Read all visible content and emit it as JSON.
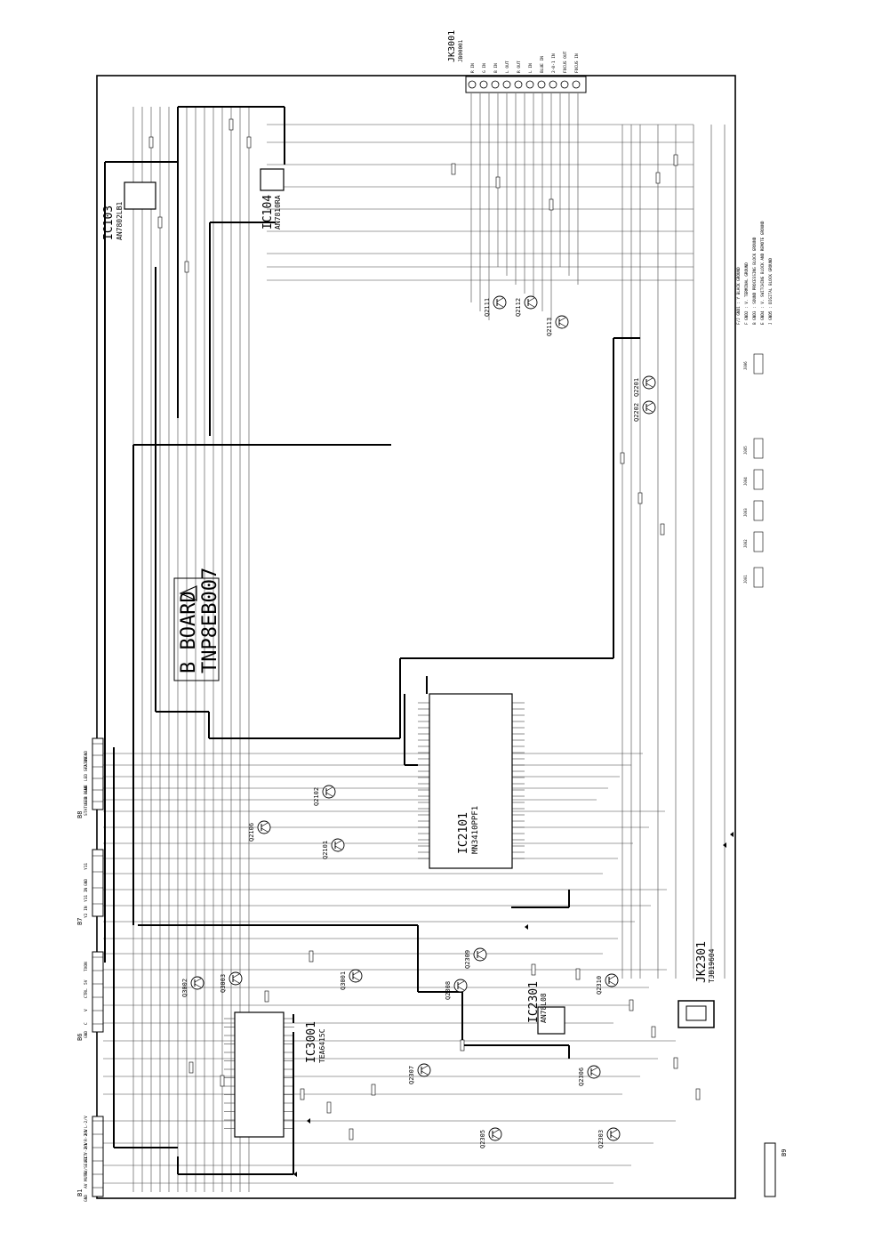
{
  "board": {
    "name": "B BOARD",
    "part_no": "TNP8EB007"
  },
  "ics": [
    {
      "ref": "IC2101",
      "part": "MN3410PPF1"
    },
    {
      "ref": "IC3001",
      "part": "TEA6415C"
    },
    {
      "ref": "IC2301",
      "part": "AN78L08"
    },
    {
      "ref": "IC103",
      "part": "AN7802LB1"
    },
    {
      "ref": "IC104",
      "part": "AN7810RA"
    }
  ],
  "transistors": [
    "Q2111",
    "Q2112",
    "Q2113",
    "Q2201",
    "Q2202",
    "Q2101",
    "Q2102",
    "Q2106",
    "Q3001",
    "Q3002",
    "Q3003",
    "Q2309",
    "Q2308",
    "Q2310",
    "Q2307",
    "Q2305",
    "Q2306",
    "Q2303"
  ],
  "jacks": [
    {
      "ref": "JK3001",
      "part": "JB00001"
    },
    {
      "ref": "JK2301",
      "part": "TJB19604"
    }
  ],
  "connectors": [
    {
      "ref": "B8",
      "pins": [
        "GND",
        "+2.4V",
        "LED STATUS",
        "GND",
        "LED BLUE",
        "STATUS B"
      ]
    },
    {
      "ref": "B7",
      "pins": [
        "Y11",
        "GND",
        "Y11 IN",
        "Y2 IN"
      ]
    },
    {
      "ref": "B6",
      "pins": [
        "TXON",
        "5V",
        "CTRL",
        "V",
        "C",
        "GND"
      ]
    },
    {
      "ref": "B1",
      "pins": [
        "R1 L-2/V",
        "R1 R-2/V",
        "R1 Y-2/V",
        "AV/SELECT",
        "AV MUTE",
        "GND"
      ]
    },
    {
      "ref": "B9",
      "pins": []
    }
  ],
  "scart_pins": [
    "R IN",
    "G IN",
    "B IN",
    "L OUT",
    "R OUT",
    "L IN",
    "BLUE IN",
    "2-0-1 IN",
    "FOCUS OUT",
    "FOCUS IN"
  ],
  "notes": [
    "F/J GND1 : Y BLACK GROUND",
    "F GND2 : V. TERMINAL GROUND",
    "B GND3 : SOUND PROCESSING BLOCK GROUND",
    "E GND4 : V. SWITCHING BLOCK AND REMOTE GROUND",
    "J GND5 : DIGITAL BLOCK GROUND"
  ],
  "jumpers": [
    "J001",
    "J002",
    "J003",
    "J004",
    "J005",
    "J006"
  ]
}
